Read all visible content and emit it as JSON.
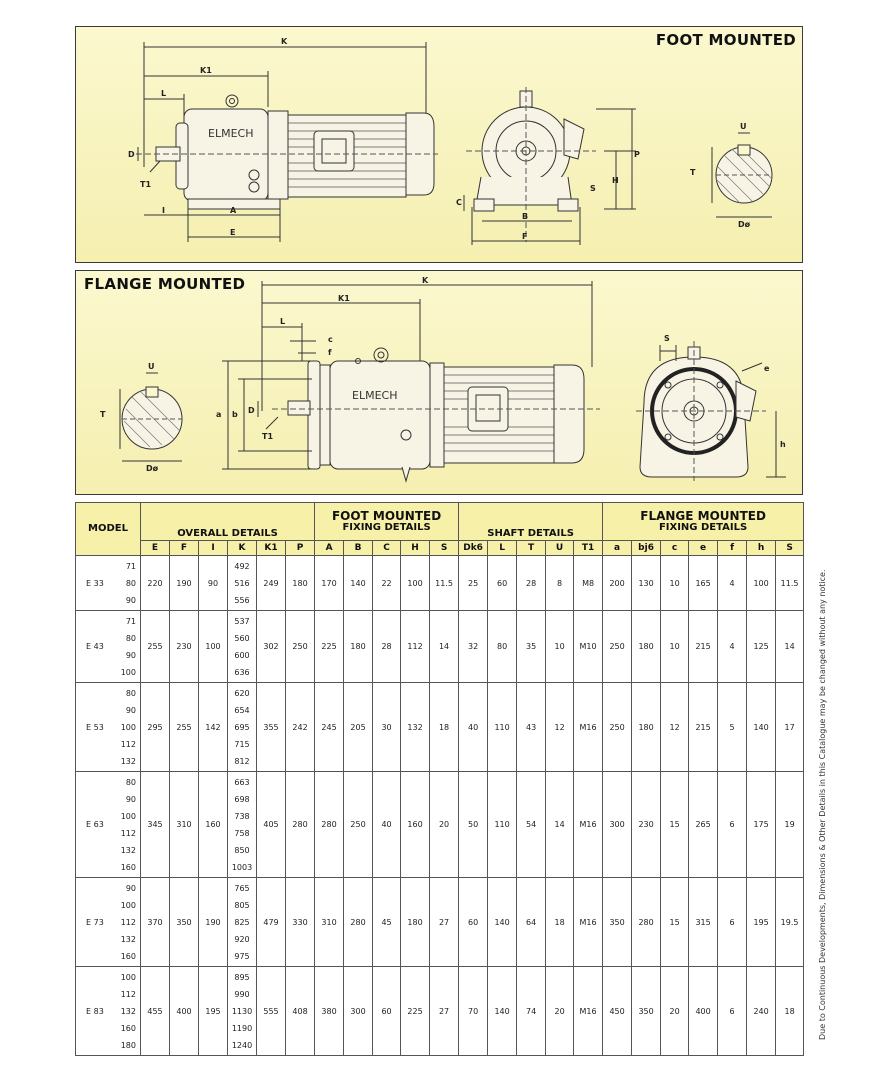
{
  "foot_panel": {
    "title": "FOOT MOUNTED",
    "brand": "ELMECH",
    "dims": [
      "K",
      "K1",
      "L",
      "D",
      "T1",
      "I",
      "A",
      "E",
      "C",
      "B",
      "F",
      "S",
      "H",
      "P",
      "U",
      "T",
      "Dø"
    ]
  },
  "flange_panel": {
    "title": "FLANGE MOUNTED",
    "brand": "ELMECH",
    "dims": [
      "K",
      "K1",
      "L",
      "c",
      "f",
      "a",
      "b",
      "D",
      "T1",
      "U",
      "T",
      "Dø",
      "S",
      "e",
      "h"
    ]
  },
  "table": {
    "model_header": "MODEL",
    "groups": {
      "overall": "OVERALL DETAILS",
      "foot_line1": "FOOT MOUNTED",
      "foot_line2": "FIXING DETAILS",
      "shaft": "SHAFT DETAILS",
      "flange_line1": "FLANGE MOUNTED",
      "flange_line2": "FIXING DETAILS"
    },
    "columns": [
      "E",
      "F",
      "I",
      "K",
      "K1",
      "P",
      "A",
      "B",
      "C",
      "H",
      "S",
      "Dk6",
      "L",
      "T",
      "U",
      "T1",
      "a",
      "bj6",
      "c",
      "e",
      "f",
      "h",
      "S"
    ],
    "rows": [
      {
        "model": "E 33",
        "frames": [
          "71",
          "80",
          "90"
        ],
        "E": "220",
        "F": "190",
        "I": "90",
        "K": [
          "492",
          "516",
          "556"
        ],
        "K1": "249",
        "P": "180",
        "A": "170",
        "B": "140",
        "C": "22",
        "H": "100",
        "S": "11.5",
        "Dk6": "25",
        "L": "60",
        "T": "28",
        "U": "8",
        "T1": "M8",
        "a": "200",
        "bj6": "130",
        "c": "10",
        "e": "165",
        "f": "4",
        "h": "100",
        "S2": "11.5"
      },
      {
        "model": "E 43",
        "frames": [
          "71",
          "80",
          "90",
          "100"
        ],
        "E": "255",
        "F": "230",
        "I": "100",
        "K": [
          "537",
          "560",
          "600",
          "636"
        ],
        "K1": "302",
        "P": "250",
        "A": "225",
        "B": "180",
        "C": "28",
        "H": "112",
        "S": "14",
        "Dk6": "32",
        "L": "80",
        "T": "35",
        "U": "10",
        "T1": "M10",
        "a": "250",
        "bj6": "180",
        "c": "10",
        "e": "215",
        "f": "4",
        "h": "125",
        "S2": "14"
      },
      {
        "model": "E 53",
        "frames": [
          "80",
          "90",
          "100",
          "112",
          "132"
        ],
        "E": "295",
        "F": "255",
        "I": "142",
        "K": [
          "620",
          "654",
          "695",
          "715",
          "812"
        ],
        "K1": "355",
        "P": "242",
        "A": "245",
        "B": "205",
        "C": "30",
        "H": "132",
        "S": "18",
        "Dk6": "40",
        "L": "110",
        "T": "43",
        "U": "12",
        "T1": "M16",
        "a": "250",
        "bj6": "180",
        "c": "12",
        "e": "215",
        "f": "5",
        "h": "140",
        "S2": "17"
      },
      {
        "model": "E 63",
        "frames": [
          "80",
          "90",
          "100",
          "112",
          "132",
          "160"
        ],
        "E": "345",
        "F": "310",
        "I": "160",
        "K": [
          "663",
          "698",
          "738",
          "758",
          "850",
          "1003"
        ],
        "K1": "405",
        "P": "280",
        "A": "280",
        "B": "250",
        "C": "40",
        "H": "160",
        "S": "20",
        "Dk6": "50",
        "L": "110",
        "T": "54",
        "U": "14",
        "T1": "M16",
        "a": "300",
        "bj6": "230",
        "c": "15",
        "e": "265",
        "f": "6",
        "h": "175",
        "S2": "19"
      },
      {
        "model": "E 73",
        "frames": [
          "90",
          "100",
          "112",
          "132",
          "160"
        ],
        "E": "370",
        "F": "350",
        "I": "190",
        "K": [
          "765",
          "805",
          "825",
          "920",
          "975"
        ],
        "K1": "479",
        "P": "330",
        "A": "310",
        "B": "280",
        "C": "45",
        "H": "180",
        "S": "27",
        "Dk6": "60",
        "L": "140",
        "T": "64",
        "U": "18",
        "T1": "M16",
        "a": "350",
        "bj6": "280",
        "c": "15",
        "e": "315",
        "f": "6",
        "h": "195",
        "S2": "19.5"
      },
      {
        "model": "E 83",
        "frames": [
          "100",
          "112",
          "132",
          "160",
          "180"
        ],
        "E": "455",
        "F": "400",
        "I": "195",
        "K": [
          "895",
          "990",
          "1130",
          "1190",
          "1240"
        ],
        "K1": "555",
        "P": "408",
        "A": "380",
        "B": "300",
        "C": "60",
        "H": "225",
        "S": "27",
        "Dk6": "70",
        "L": "140",
        "T": "74",
        "U": "20",
        "T1": "M16",
        "a": "450",
        "bj6": "350",
        "c": "20",
        "e": "400",
        "f": "6",
        "h": "240",
        "S2": "18"
      }
    ]
  },
  "side_note": "Due to Continuous Developments, Dimensions & Other Details in this Catalogue may be changed without any notice."
}
